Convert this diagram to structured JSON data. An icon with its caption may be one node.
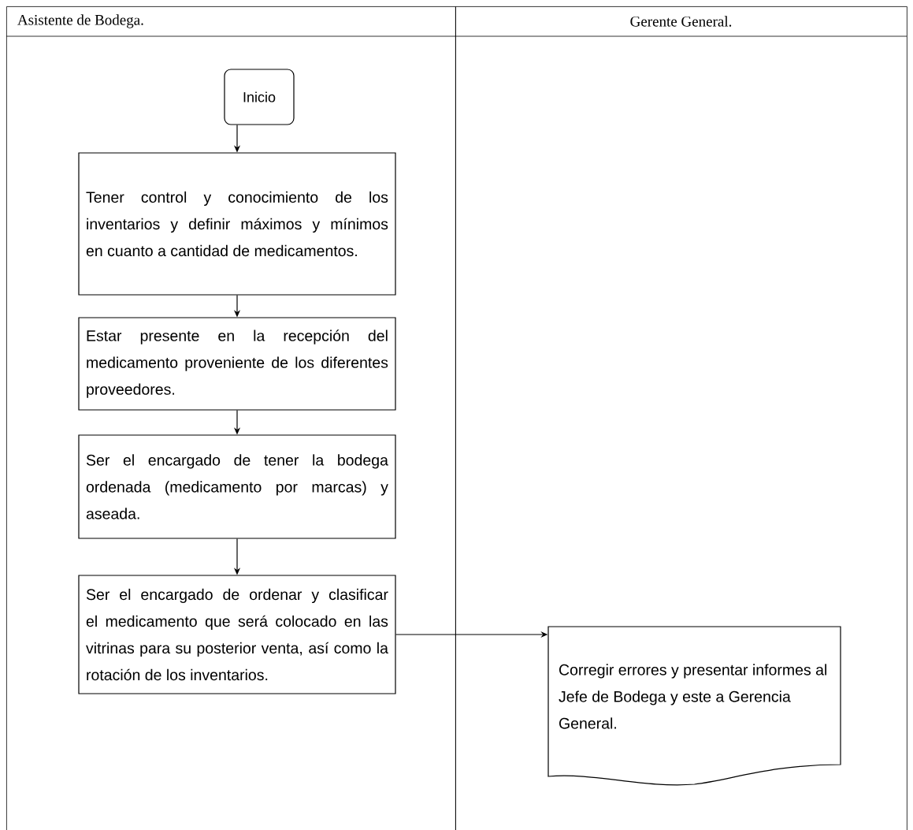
{
  "diagram": {
    "nodes": [
      {
        "text": [
          "Asistente de Bodega."
        ]
      },
      {
        "text": [
          "Gerente General."
        ]
      },
      {
        "text": [
          "Inicio"
        ],
        "in": 0
      },
      {
        "text": [
          "Tener control y conocimiento de los inventarios y definir máximos y mínimos en cuanto a cantidad de medicamentos."
        ],
        "in": 0
      },
      {
        "text": [
          "Estar presente en la recepción del medicamento proveniente de los diferentes proveedores."
        ],
        "in": 0
      },
      {
        "text": [
          "Ser el encargado de tener la bodega ordenada (medicamento por marcas) y aseada."
        ],
        "in": 0
      },
      {
        "text": [
          "Ser el encargado de ordenar y clasificar el medicamento que será colocado en las vitrinas para su posterior venta, así como la rotación de los inventarios."
        ],
        "in": 0
      },
      {
        "text": [
          "Corregir errores y presentar informes al Jefe de Bodega y este a Gerencia General."
        ],
        "in": 1
      }
    ],
    "edges": [
      {
        "from": 2,
        "to": 3,
        "arrow": "to"
      },
      {
        "from": 3,
        "to": 4,
        "arrow": "to"
      },
      {
        "from": 4,
        "to": 5,
        "arrow": "to"
      },
      {
        "from": 5,
        "to": 6,
        "arrow": "to"
      },
      {
        "from": 6,
        "to": 7,
        "arrow": "to"
      }
    ]
  }
}
